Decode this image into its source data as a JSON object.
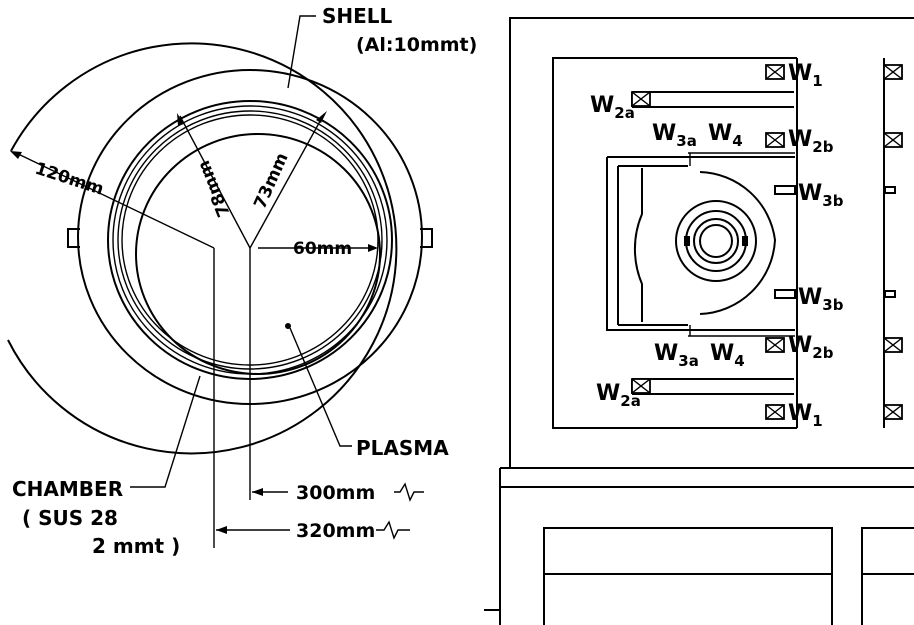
{
  "left_view": {
    "shell_label": "SHELL",
    "shell_spec": "(Al:10mmt)",
    "chamber_label": "CHAMBER",
    "chamber_spec_1": "( SUS 28",
    "chamber_spec_2": "2 mmt )",
    "plasma_label": "PLASMA",
    "dim_120": "120mm",
    "dim_78": "78mm",
    "dim_73": "73mm",
    "dim_60": "60mm",
    "dim_300": "300mm",
    "dim_320": "320mm"
  },
  "right_view": {
    "coils": {
      "w1": "W",
      "w1_sub": "1",
      "w2a": "W",
      "w2a_sub": "2a",
      "w2b": "W",
      "w2b_sub": "2b",
      "w3a": "W",
      "w3a_sub": "3a",
      "w3b": "W",
      "w3b_sub": "3b",
      "w4": "W",
      "w4_sub": "4"
    }
  }
}
